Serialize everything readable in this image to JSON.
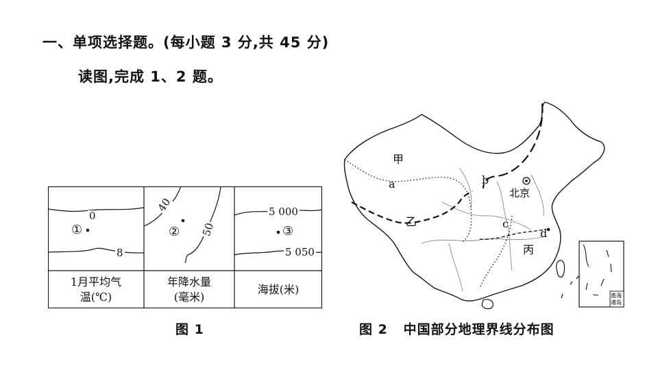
{
  "question": {
    "heading": "一、单项选择题。(每小题 3 分,共 45 分)",
    "instruction": "读图,完成 1、2 题。"
  },
  "figure1": {
    "caption": "图 1",
    "panels": [
      {
        "marker": "①",
        "isolines": [
          "0",
          "8"
        ],
        "caption_line1": "1月平均气",
        "caption_line2": "温(℃)"
      },
      {
        "marker": "②",
        "isolines": [
          "40",
          "50"
        ],
        "caption_line1": "年降水量",
        "caption_line2": "(毫米)"
      },
      {
        "marker": "③",
        "isolines": [
          "5 000",
          "5 050"
        ],
        "caption_line1": "海拔(米)",
        "caption_line2": ""
      }
    ]
  },
  "figure2": {
    "caption": "图 2   中国部分地理界线分布图",
    "labels": {
      "jia": "甲",
      "yi": "乙",
      "bing": "丙",
      "a": "a",
      "b": "b",
      "c": "c",
      "d": "d",
      "beijing": "北京",
      "inset_line1": "南海",
      "inset_line2": "诸岛"
    }
  }
}
